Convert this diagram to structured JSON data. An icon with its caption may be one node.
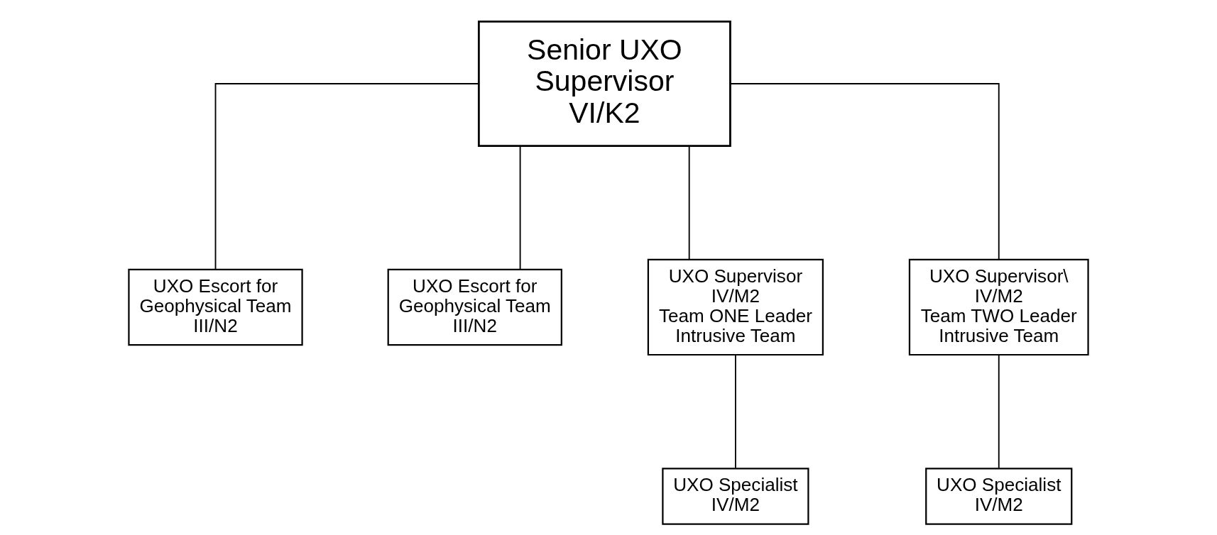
{
  "diagram": {
    "nodes": [
      {
        "text": [
          "Senior UXO Supervisor",
          "VI/K2"
        ]
      },
      {
        "text": [
          "UXO Escort for Geophysical Team",
          "III/N2"
        ]
      },
      {
        "text": [
          "UXO Escort for Geophysical Team",
          "III/N2"
        ]
      },
      {
        "text": [
          "UXO Supervisor",
          "IV/M2",
          "Team ONE Leader Intrusive Team"
        ]
      },
      {
        "text": [
          "UXO Supervisor\\",
          "IV/M2",
          "Team TWO Leader Intrusive Team"
        ]
      },
      {
        "text": [
          "UXO Specialist",
          "IV/M2"
        ]
      },
      {
        "text": [
          "UXO Specialist",
          "IV/M2"
        ]
      }
    ],
    "edges": [
      {
        "from": 0,
        "to": 1,
        "arrow": "none"
      },
      {
        "from": 0,
        "to": 2,
        "arrow": "none"
      },
      {
        "from": 0,
        "to": 3,
        "arrow": "none"
      },
      {
        "from": 0,
        "to": 4,
        "arrow": "none"
      },
      {
        "from": 3,
        "to": 5,
        "arrow": "none"
      },
      {
        "from": 4,
        "to": 6,
        "arrow": "none"
      }
    ]
  }
}
